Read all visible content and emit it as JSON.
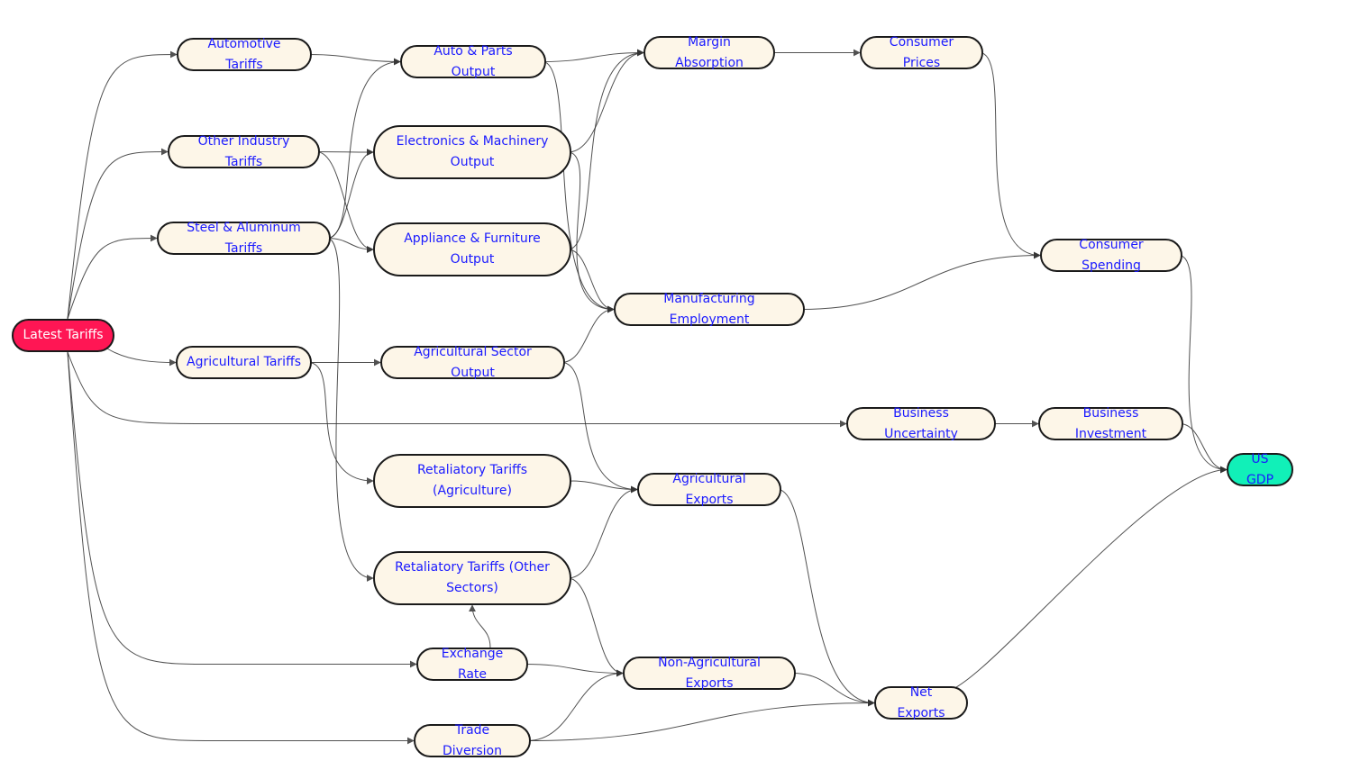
{
  "diagram": {
    "colors": {
      "node_fill": "#fdf6e8",
      "node_text": "#1a1aff",
      "source_fill": "#ff1654",
      "source_text": "#ffffff",
      "sink_fill": "#11f0b8",
      "edge": "#333333"
    },
    "nodes": [
      {
        "id": "latest_tariffs",
        "label": "Latest Tariffs",
        "kind": "source"
      },
      {
        "id": "automotive_tariffs",
        "label": "Automotive Tariffs",
        "kind": "normal"
      },
      {
        "id": "other_industry_tariffs",
        "label": "Other Industry Tariffs",
        "kind": "normal"
      },
      {
        "id": "steel_aluminum_tariffs",
        "label": "Steel & Aluminum Tariffs",
        "kind": "normal"
      },
      {
        "id": "agricultural_tariffs",
        "label": "Agricultural Tariffs",
        "kind": "normal"
      },
      {
        "id": "auto_parts_output",
        "label": "Auto & Parts Output",
        "kind": "normal"
      },
      {
        "id": "electronics_machinery_output",
        "label": "Electronics & Machinery Output",
        "kind": "normal"
      },
      {
        "id": "appliance_furniture_output",
        "label": "Appliance & Furniture Output",
        "kind": "normal"
      },
      {
        "id": "agricultural_sector_output",
        "label": "Agricultural Sector Output",
        "kind": "normal"
      },
      {
        "id": "retaliatory_tariffs_agriculture",
        "label": "Retaliatory Tariffs (Agriculture)",
        "kind": "normal"
      },
      {
        "id": "retaliatory_tariffs_other",
        "label": "Retaliatory Tariffs (Other Sectors)",
        "kind": "normal"
      },
      {
        "id": "exchange_rate",
        "label": "Exchange Rate",
        "kind": "normal"
      },
      {
        "id": "trade_diversion",
        "label": "Trade Diversion",
        "kind": "normal"
      },
      {
        "id": "margin_absorption",
        "label": "Margin Absorption",
        "kind": "normal"
      },
      {
        "id": "manufacturing_employment",
        "label": "Manufacturing Employment",
        "kind": "normal"
      },
      {
        "id": "agricultural_exports",
        "label": "Agricultural Exports",
        "kind": "normal"
      },
      {
        "id": "non_agricultural_exports",
        "label": "Non-Agricultural Exports",
        "kind": "normal"
      },
      {
        "id": "consumer_prices",
        "label": "Consumer Prices",
        "kind": "normal"
      },
      {
        "id": "business_uncertainty",
        "label": "Business Uncertainty",
        "kind": "normal"
      },
      {
        "id": "net_exports",
        "label": "Net Exports",
        "kind": "normal"
      },
      {
        "id": "consumer_spending",
        "label": "Consumer Spending",
        "kind": "normal"
      },
      {
        "id": "business_investment",
        "label": "Business Investment",
        "kind": "normal"
      },
      {
        "id": "us_gdp",
        "label": "US GDP",
        "kind": "sink"
      }
    ],
    "edges": [
      [
        "latest_tariffs",
        "automotive_tariffs"
      ],
      [
        "latest_tariffs",
        "other_industry_tariffs"
      ],
      [
        "latest_tariffs",
        "steel_aluminum_tariffs"
      ],
      [
        "latest_tariffs",
        "agricultural_tariffs"
      ],
      [
        "latest_tariffs",
        "business_uncertainty"
      ],
      [
        "latest_tariffs",
        "exchange_rate"
      ],
      [
        "latest_tariffs",
        "trade_diversion"
      ],
      [
        "automotive_tariffs",
        "auto_parts_output"
      ],
      [
        "other_industry_tariffs",
        "electronics_machinery_output"
      ],
      [
        "other_industry_tariffs",
        "appliance_furniture_output"
      ],
      [
        "steel_aluminum_tariffs",
        "auto_parts_output"
      ],
      [
        "steel_aluminum_tariffs",
        "appliance_furniture_output"
      ],
      [
        "steel_aluminum_tariffs",
        "electronics_machinery_output"
      ],
      [
        "steel_aluminum_tariffs",
        "retaliatory_tariffs_other"
      ],
      [
        "agricultural_tariffs",
        "agricultural_sector_output"
      ],
      [
        "agricultural_tariffs",
        "retaliatory_tariffs_agriculture"
      ],
      [
        "auto_parts_output",
        "margin_absorption"
      ],
      [
        "auto_parts_output",
        "manufacturing_employment"
      ],
      [
        "electronics_machinery_output",
        "margin_absorption"
      ],
      [
        "electronics_machinery_output",
        "manufacturing_employment"
      ],
      [
        "appliance_furniture_output",
        "margin_absorption"
      ],
      [
        "appliance_furniture_output",
        "manufacturing_employment"
      ],
      [
        "agricultural_sector_output",
        "manufacturing_employment"
      ],
      [
        "agricultural_sector_output",
        "agricultural_exports"
      ],
      [
        "retaliatory_tariffs_agriculture",
        "agricultural_exports"
      ],
      [
        "retaliatory_tariffs_other",
        "agricultural_exports"
      ],
      [
        "retaliatory_tariffs_other",
        "non_agricultural_exports"
      ],
      [
        "exchange_rate",
        "retaliatory_tariffs_other"
      ],
      [
        "exchange_rate",
        "non_agricultural_exports"
      ],
      [
        "trade_diversion",
        "non_agricultural_exports"
      ],
      [
        "trade_diversion",
        "net_exports"
      ],
      [
        "margin_absorption",
        "consumer_prices"
      ],
      [
        "consumer_prices",
        "consumer_spending"
      ],
      [
        "manufacturing_employment",
        "consumer_spending"
      ],
      [
        "agricultural_exports",
        "net_exports"
      ],
      [
        "non_agricultural_exports",
        "net_exports"
      ],
      [
        "business_uncertainty",
        "business_investment"
      ],
      [
        "consumer_spending",
        "us_gdp"
      ],
      [
        "business_investment",
        "us_gdp"
      ],
      [
        "net_exports",
        "us_gdp"
      ]
    ]
  }
}
